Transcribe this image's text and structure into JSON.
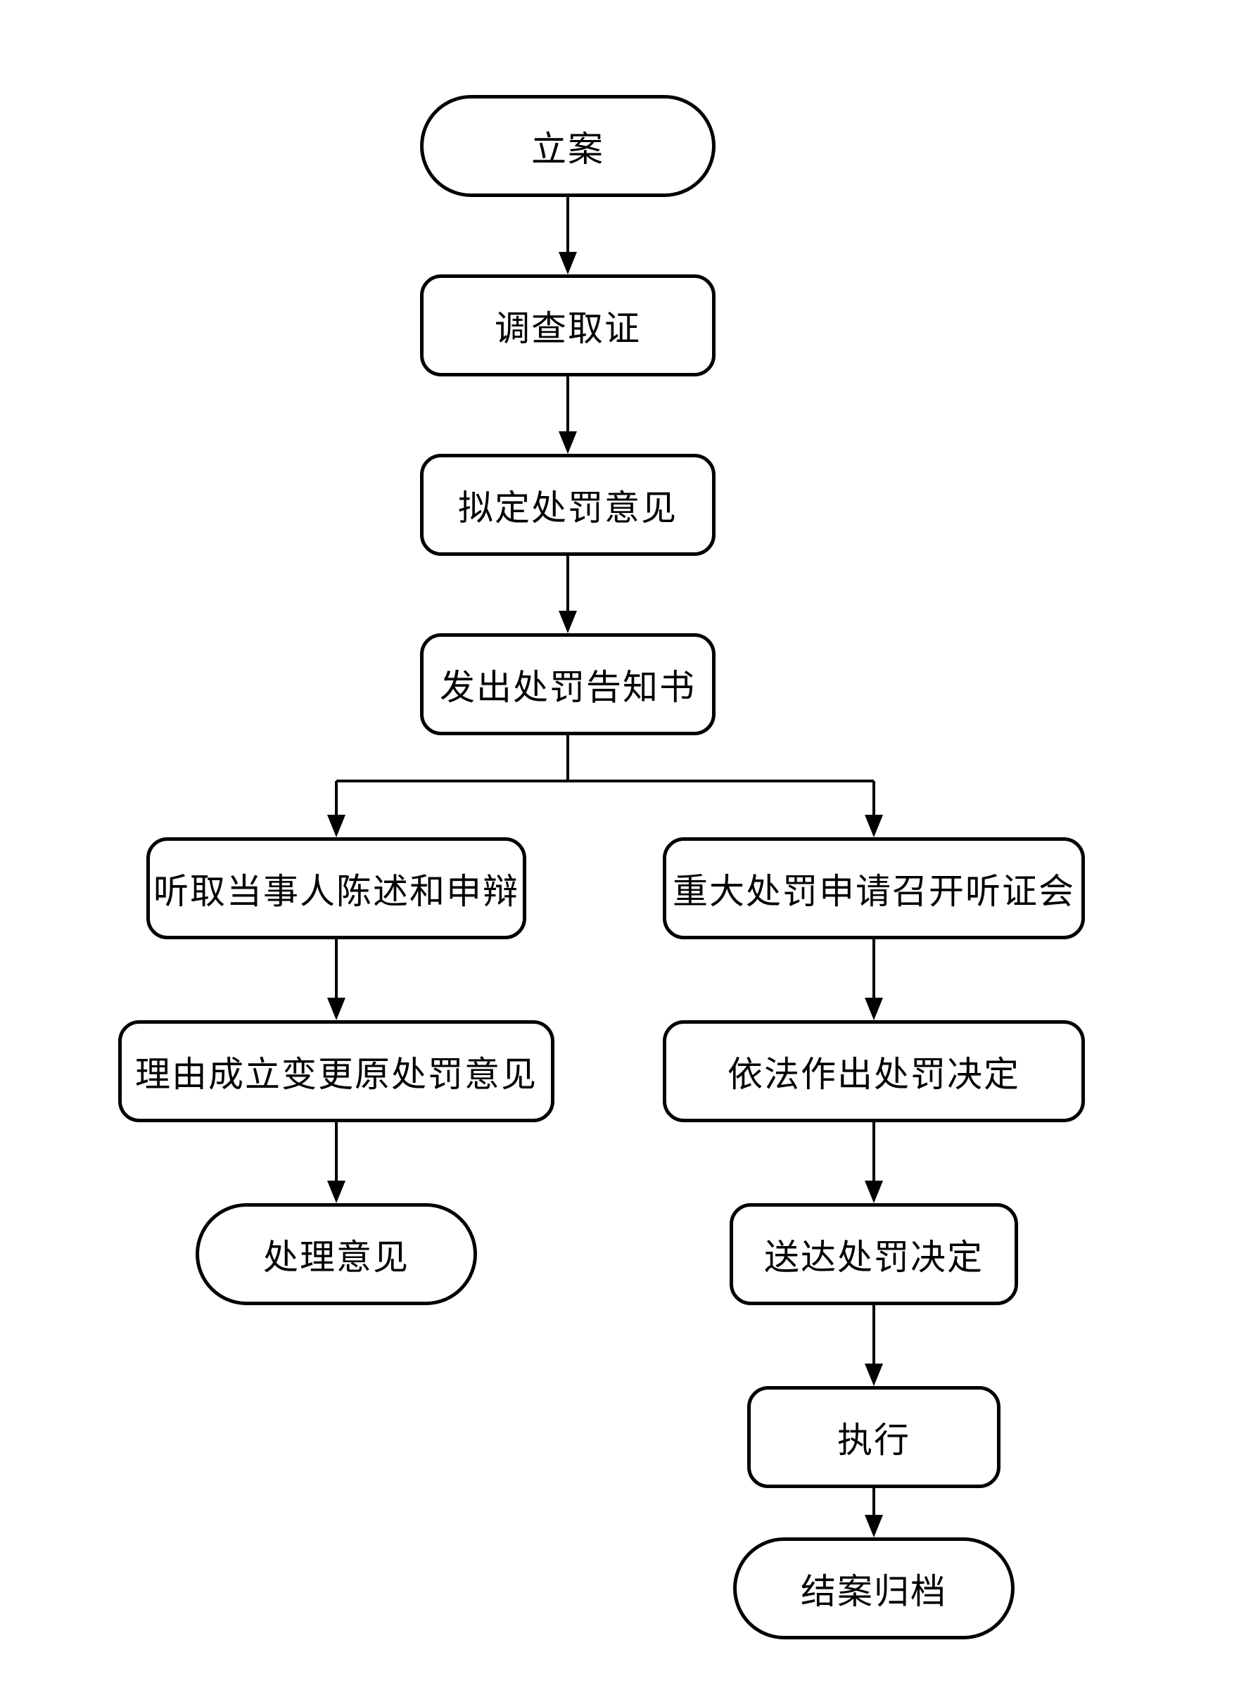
{
  "diagram": {
    "type": "flowchart",
    "colors": {
      "stroke": "#000000",
      "background": "#ffffff",
      "text": "#000000"
    },
    "nodes": [
      {
        "id": "case-filing",
        "label": "立案",
        "shape": "stadium"
      },
      {
        "id": "investigation",
        "label": "调查取证",
        "shape": "process"
      },
      {
        "id": "draft-penalty-opinion",
        "label": "拟定处罚意见",
        "shape": "process"
      },
      {
        "id": "issue-penalty-notice",
        "label": "发出处罚告知书",
        "shape": "process"
      },
      {
        "id": "hear-statement-defense",
        "label": "听取当事人陈述和申辩",
        "shape": "process"
      },
      {
        "id": "change-original-opinion",
        "label": "理由成立变更原处罚意见",
        "shape": "process"
      },
      {
        "id": "handling-opinion",
        "label": "处理意见",
        "shape": "stadium"
      },
      {
        "id": "hearing-request",
        "label": "重大处罚申请召开听证会",
        "shape": "process"
      },
      {
        "id": "make-penalty-decision",
        "label": "依法作出处罚决定",
        "shape": "process"
      },
      {
        "id": "deliver-penalty-decision",
        "label": "送达处罚决定",
        "shape": "process"
      },
      {
        "id": "execute",
        "label": "执行",
        "shape": "process"
      },
      {
        "id": "close-and-archive",
        "label": "结案归档",
        "shape": "stadium"
      }
    ],
    "edges": [
      {
        "from": "立案",
        "to": "调查取证"
      },
      {
        "from": "调查取证",
        "to": "拟定处罚意见"
      },
      {
        "from": "拟定处罚意见",
        "to": "发出处罚告知书"
      },
      {
        "from": "发出处罚告知书",
        "to": "听取当事人陈述和申辩"
      },
      {
        "from": "发出处罚告知书",
        "to": "重大处罚申请召开听证会"
      },
      {
        "from": "听取当事人陈述和申辩",
        "to": "理由成立变更原处罚意见"
      },
      {
        "from": "理由成立变更原处罚意见",
        "to": "处理意见"
      },
      {
        "from": "重大处罚申请召开听证会",
        "to": "依法作出处罚决定"
      },
      {
        "from": "依法作出处罚决定",
        "to": "送达处罚决定"
      },
      {
        "from": "送达处罚决定",
        "to": "执行"
      },
      {
        "from": "执行",
        "to": "结案归档"
      }
    ]
  }
}
